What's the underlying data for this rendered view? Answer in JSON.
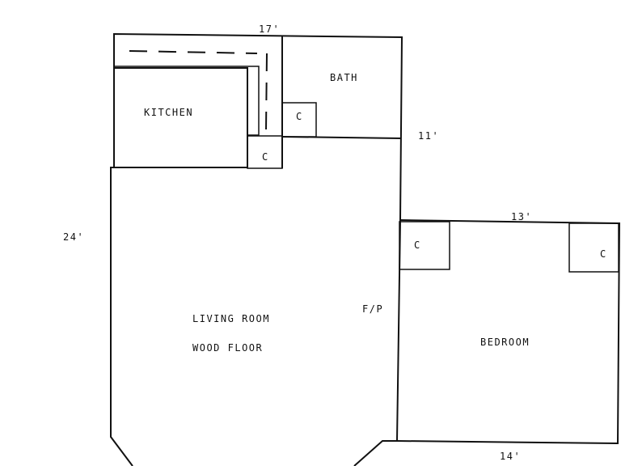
{
  "dimensions": {
    "top": "17'",
    "bath_side": "11'",
    "left": "24'",
    "bedroom_top": "13'",
    "bedroom_bottom": "14'"
  },
  "rooms": {
    "kitchen": "KITCHEN",
    "bath": "BATH",
    "living_line1": "LIVING ROOM",
    "living_line2": "WOOD FLOOR",
    "bedroom": "BEDROOM"
  },
  "features": {
    "fireplace": "F/P",
    "closet": "C"
  }
}
